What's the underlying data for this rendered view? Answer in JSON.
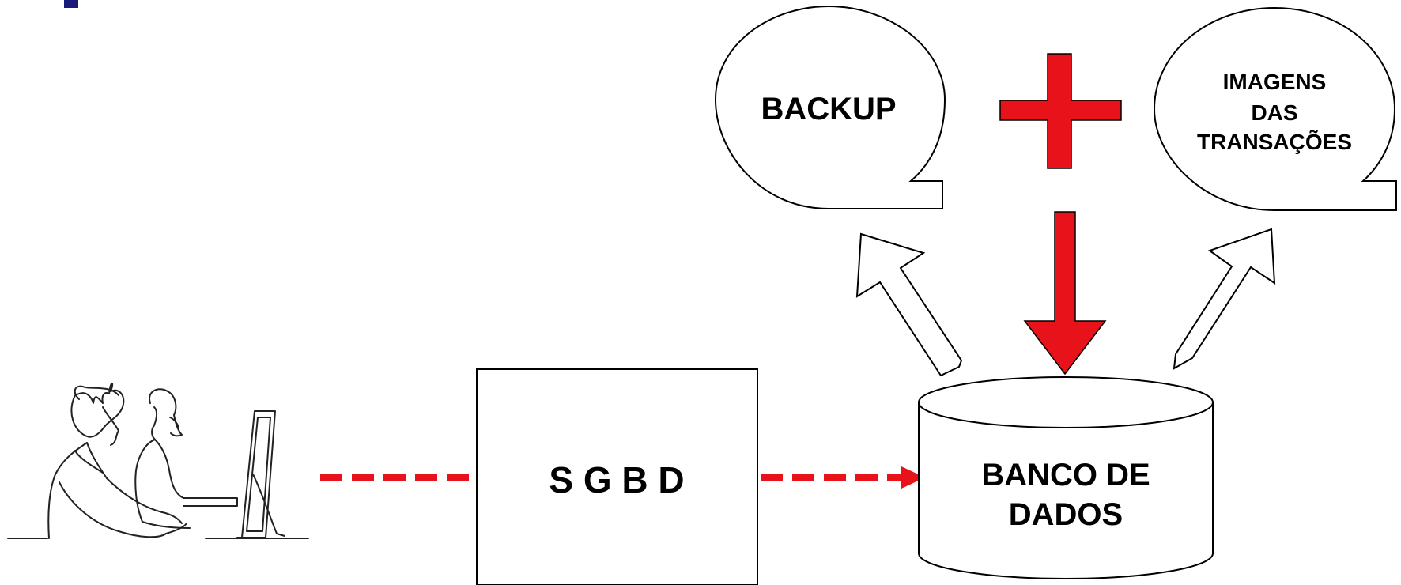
{
  "diagram": {
    "sgbd_label": "S G B D",
    "database_label_line1": "BANCO DE",
    "database_label_line2": "DADOS",
    "backup_label": "BACKUP",
    "images_label_line1": "IMAGENS",
    "images_label_line2": "DAS",
    "images_label_line3": "TRANSAÇÕES",
    "plus_symbol": "+",
    "accent_color": "#e8121b",
    "title_bar_color": "#1a1a7a"
  },
  "icons": {
    "users": "people-at-computer-line-art-icon",
    "plus": "plus-icon",
    "arrow_down": "arrow-down-icon",
    "arrow_outline": "outlined-arrow-icon"
  }
}
